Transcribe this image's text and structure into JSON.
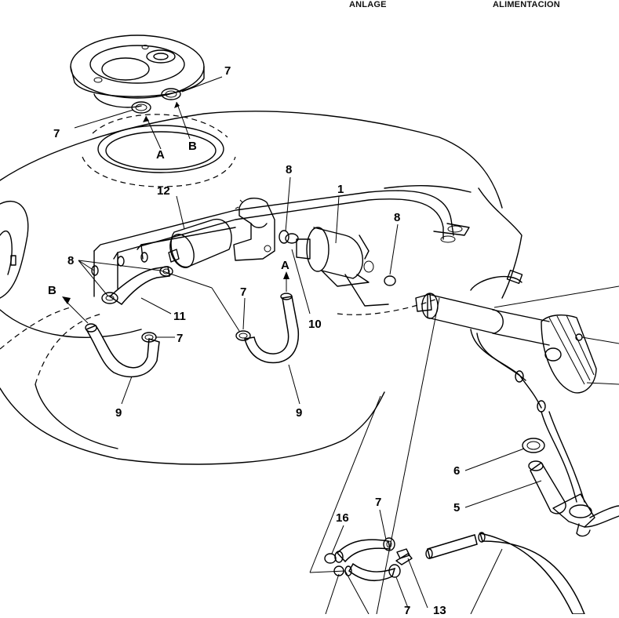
{
  "header": {
    "left": "ANLAGE",
    "right": "ALIMENTACION"
  },
  "callouts": {
    "c1": "1",
    "c5": "5",
    "c6": "6",
    "c7a": "7",
    "c7b": "7",
    "c7c": "7",
    "c7d": "7",
    "c7e": "7",
    "c7f": "7",
    "c8a": "8",
    "c8b": "8",
    "c8c": "8",
    "c9a": "9",
    "c9b": "9",
    "c10": "10",
    "c11": "11",
    "c12": "12",
    "c13": "13",
    "c16": "16"
  },
  "markers": {
    "a_top": "A",
    "b_top": "B",
    "a_left": "A",
    "b_left": "B"
  }
}
